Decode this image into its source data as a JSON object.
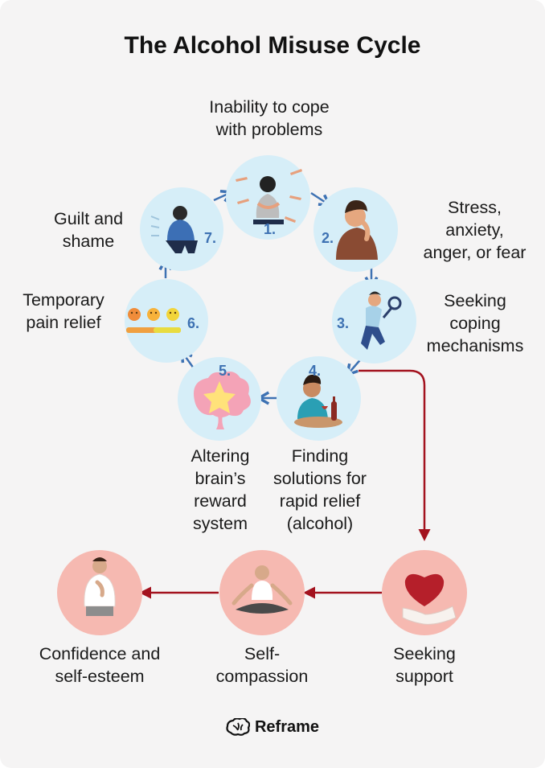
{
  "title": "The Alcohol Misuse Cycle",
  "cycle": [
    {
      "number": "1.",
      "label": "Inability to cope\nwith problems",
      "icon": "person-overwhelmed-pointing-fingers-icon"
    },
    {
      "number": "2.",
      "label": "Stress,\nanxiety,\nanger, or fear",
      "icon": "stressed-man-icon"
    },
    {
      "number": "3.",
      "label": "Seeking\ncoping\nmechanisms",
      "icon": "person-searching-magnifier-icon"
    },
    {
      "number": "4.",
      "label": "Finding\nsolutions for\nrapid relief\n(alcohol)",
      "icon": "man-drinking-wine-icon"
    },
    {
      "number": "5.",
      "label": "Altering\nbrain’s\nreward\nsystem",
      "icon": "brain-sparkle-icon"
    },
    {
      "number": "6.",
      "label": "Temporary\npain relief",
      "icon": "mood-scale-icon"
    },
    {
      "number": "7.",
      "label": "Guilt and\nshame",
      "icon": "person-sitting-ashamed-icon"
    }
  ],
  "recovery": [
    {
      "label": "Seeking\nsupport",
      "icon": "heart-in-hand-icon"
    },
    {
      "label": "Self-\ncompassion",
      "icon": "meditating-person-icon"
    },
    {
      "label": "Confidence and\nself-esteem",
      "icon": "confident-man-icon"
    }
  ],
  "brand": {
    "name": "Reframe",
    "icon": "brain-logo-icon"
  },
  "colors": {
    "background": "#f5f4f4",
    "cycle_circle": "#d6eef8",
    "recovery_circle": "#f6b9b1",
    "cycle_arrow": "#3e72b3",
    "recovery_arrow": "#a3121e",
    "number": "#3e72b3"
  }
}
